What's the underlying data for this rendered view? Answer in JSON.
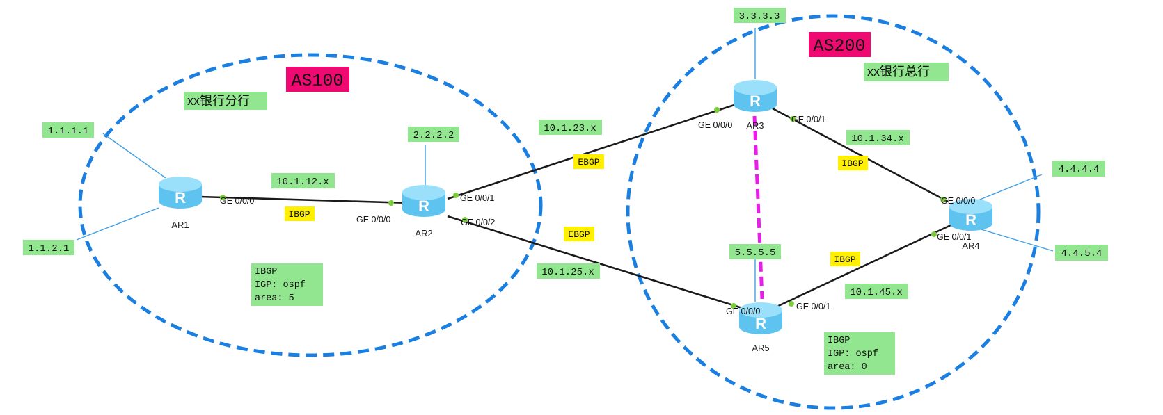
{
  "zones": [
    {
      "name": "AS100",
      "org": "xx银行分行"
    },
    {
      "name": "AS200",
      "org": "xx银行总行"
    }
  ],
  "routers": [
    {
      "name": "AR1",
      "glyph": "R"
    },
    {
      "name": "AR2",
      "glyph": "R"
    },
    {
      "name": "AR3",
      "glyph": "R"
    },
    {
      "name": "AR4",
      "glyph": "R"
    },
    {
      "name": "AR5",
      "glyph": "R"
    }
  ],
  "loopbacks": [
    "1.1.1.1",
    "1.1.2.1",
    "2.2.2.2",
    "3.3.3.3",
    "4.4.4.4",
    "4.4.5.4",
    "5.5.5.5"
  ],
  "subnets": [
    "10.1.12.x",
    "10.1.23.x",
    "10.1.25.x",
    "10.1.34.x",
    "10.1.45.x"
  ],
  "sessions": [
    "IBGP",
    "EBGP",
    "EBGP",
    "IBGP",
    "IBGP"
  ],
  "interfaces": [
    "GE 0/0/0",
    "GE 0/0/0",
    "GE 0/0/1",
    "GE 0/0/2",
    "GE 0/0/0",
    "GE 0/0/1",
    "GE 0/0/0",
    "GE 0/0/1",
    "GE 0/0/0",
    "GE 0/0/1"
  ],
  "notes": [
    [
      "IBGP",
      "IGP: ospf",
      "area: 5"
    ],
    [
      "IBGP",
      "IGP: ospf",
      "area: 0"
    ]
  ],
  "colors": {
    "zone_ring": "#1a7fe0",
    "tag_green": "#92e690",
    "tag_yellow": "#ffef00",
    "tag_pink": "#ef0a72",
    "rr_link": "#e81ee8",
    "router": "#5ec3ee"
  }
}
